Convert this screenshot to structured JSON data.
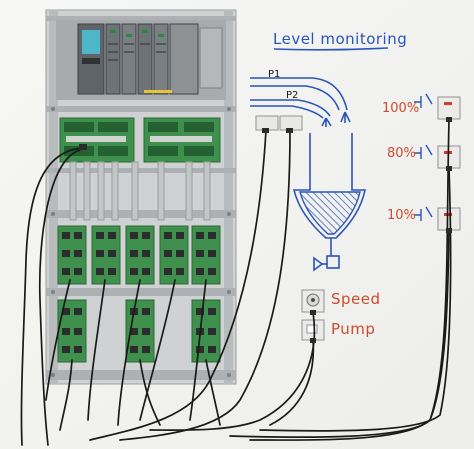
{
  "whiteboard": {
    "title": "Level monitoring",
    "sensor_p1": "P1",
    "sensor_p2": "P2",
    "level_100": "100%",
    "level_80": "80%",
    "level_10": "10%",
    "speed_label": "Speed",
    "pump_label": "Pump"
  },
  "colors": {
    "marker_blue": "#2a55b8",
    "marker_red": "#d14a2a",
    "pcb_green": "#3f8f4d",
    "rack_grey": "#b9bcbd",
    "plc_grey": "#8d9194",
    "cable_black": "#1a1a1a",
    "whiteboard": "#f4f4f2"
  }
}
